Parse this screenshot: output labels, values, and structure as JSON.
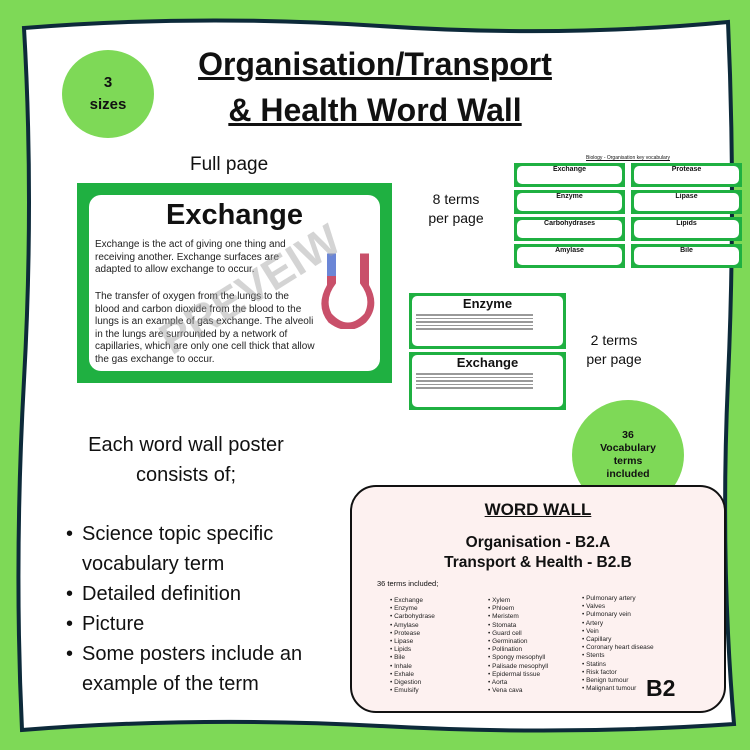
{
  "title": {
    "line1": "Organisation/Transport",
    "line2": "& Health Word Wall"
  },
  "badge_sizes": {
    "line1": "3",
    "line2": "sizes"
  },
  "full_page": {
    "label": "Full page",
    "poster_title": "Exchange",
    "para1": "Exchange is the act of giving one thing and receiving another. Exchange surfaces are adapted to allow exchange to occur.",
    "para2": "The transfer of oxygen from the lungs to the blood and carbon dioxide from the blood to the lungs is an example of gas exchange. The alveoli in the lungs are surrounded by a network of capillaries, which are only one cell thick that allow the gas exchange to occur.",
    "watermark": "PREVEIW"
  },
  "eight_terms": {
    "label1": "8 terms",
    "label2": "per page",
    "sheet_title": "Biology - Organisation key vocabulary",
    "cards": [
      "Exchange",
      "Protease",
      "Enzyme",
      "Lipase",
      "Carbohydrases",
      "Lipids",
      "Amylase",
      "Bile"
    ]
  },
  "two_terms": {
    "label1": "2 terms",
    "label2": "per page",
    "cards": [
      "Enzyme",
      "Exchange"
    ]
  },
  "badge_vocab": {
    "line1": "36",
    "line2": "Vocabulary",
    "line3": "terms",
    "line4": "included"
  },
  "description": {
    "line1": "Each word wall poster",
    "line2": "consists of;",
    "bullets": [
      "Science topic specific",
      "vocabulary term",
      "Detailed definition",
      "Picture",
      "Some posters include an",
      "example of the term"
    ]
  },
  "word_wall": {
    "heading": "WORD WALL",
    "sub1": "Organisation - B2.A",
    "sub2": "Transport & Health - B2.B",
    "count_label": "36 terms included;",
    "code": "B2",
    "columns": [
      [
        "Exchange",
        "Enzyme",
        "Carbohydrase",
        "Amylase",
        "Protease",
        "Lipase",
        "Lipids",
        "Bile",
        "Inhale",
        "Exhale",
        "Digestion",
        "Emulsify"
      ],
      [
        "Xylem",
        "Phloem",
        "Meristem",
        "Stomata",
        "Guard cell",
        "Germination",
        "Pollination",
        "Spongy mesophyll",
        "Palisade mesophyll",
        "Epidermal tissue",
        "Aorta",
        "Vena cava"
      ],
      [
        "Pulmonary artery",
        "Valves",
        "Pulmonary vein",
        "Artery",
        "Vein",
        "Capillary",
        "Coronary heart disease",
        "Stents",
        "Statins",
        "Risk factor",
        "Benign tumour",
        "Malignant tumour"
      ]
    ]
  },
  "colors": {
    "border_green": "#7ed957",
    "frame_dark": "#0d2a3a",
    "poster_green": "#1fb041",
    "word_wall_bg": "#fdf1f0"
  }
}
